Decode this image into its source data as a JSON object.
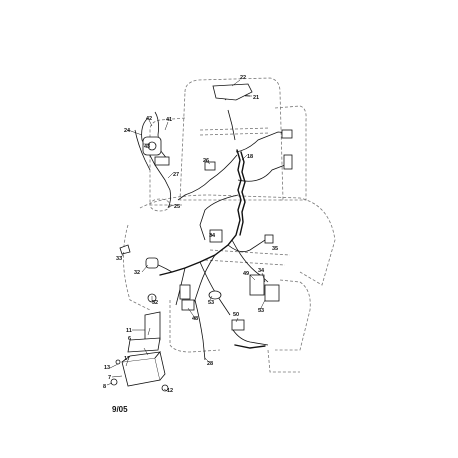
{
  "diagram": {
    "callouts": [
      "22",
      "21",
      "24",
      "42",
      "41",
      "43",
      "18",
      "26",
      "27",
      "25",
      "34",
      "33",
      "32",
      "49",
      "35",
      "52",
      "34",
      "53",
      "11",
      "6",
      "48",
      "28",
      "17",
      "13",
      "7",
      "8",
      "12",
      "50",
      "53"
    ],
    "footer_label": "9/05"
  }
}
